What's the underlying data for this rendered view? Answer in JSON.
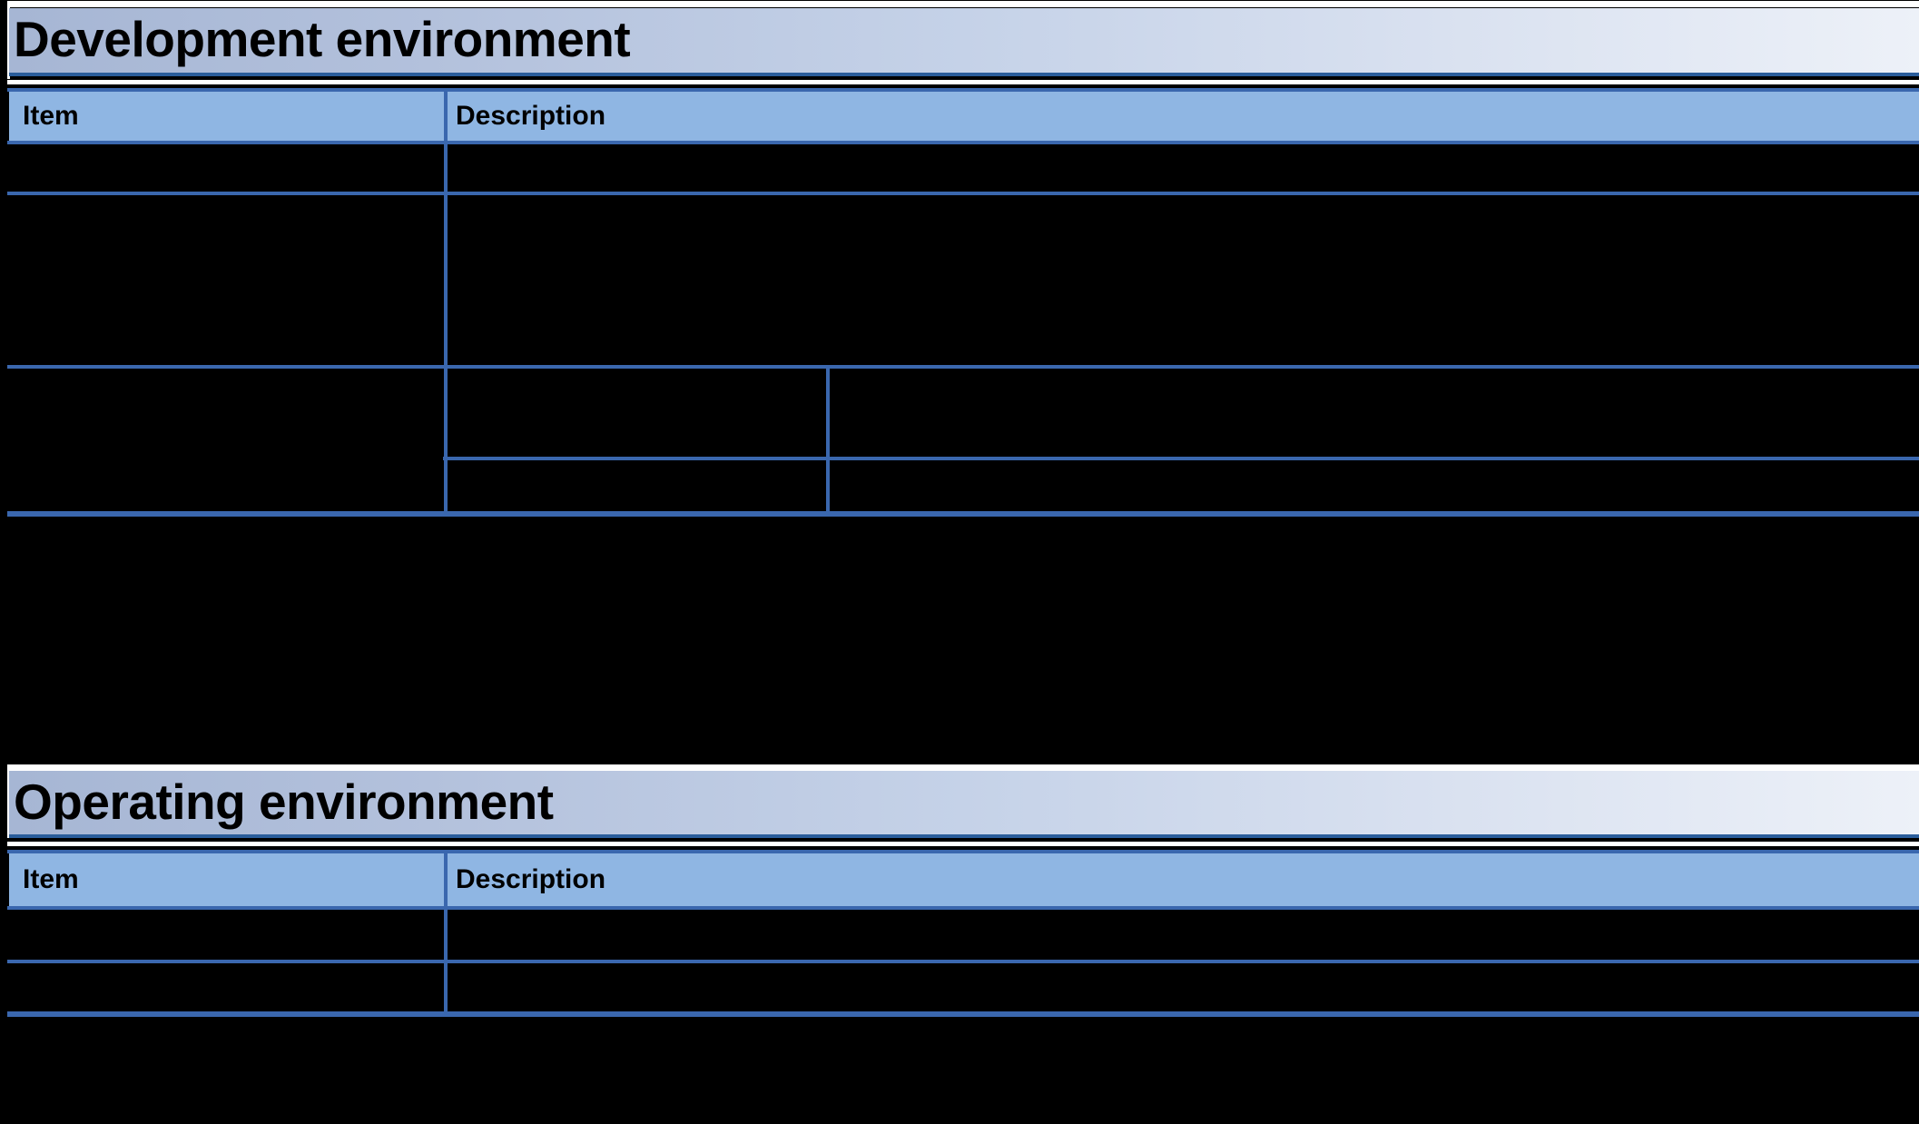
{
  "colors": {
    "page_background": "#000000",
    "band_gradient_left": "#a6b6d4",
    "band_gradient_mid": "#c5d2e8",
    "band_gradient_right": "#edf1f8",
    "band_underline": "#2a5d9b",
    "grid_line": "#3a67ae",
    "header_row_fill": "#8fb6e3",
    "outer_border_white": "#ffffff",
    "text_color": "#000000"
  },
  "sections": [
    {
      "title": "Development environment",
      "columns": {
        "item": "Item",
        "description": "Description"
      },
      "rows": [
        {
          "item": "",
          "description": ""
        },
        {
          "item": "",
          "description": ""
        },
        {
          "item": "",
          "description_grid": [
            [
              "",
              ""
            ],
            [
              "",
              ""
            ]
          ]
        }
      ]
    },
    {
      "title": "Operating environment",
      "columns": {
        "item": "Item",
        "description": "Description"
      },
      "rows": [
        {
          "item": "",
          "description": ""
        },
        {
          "item": "",
          "description": ""
        }
      ]
    }
  ]
}
